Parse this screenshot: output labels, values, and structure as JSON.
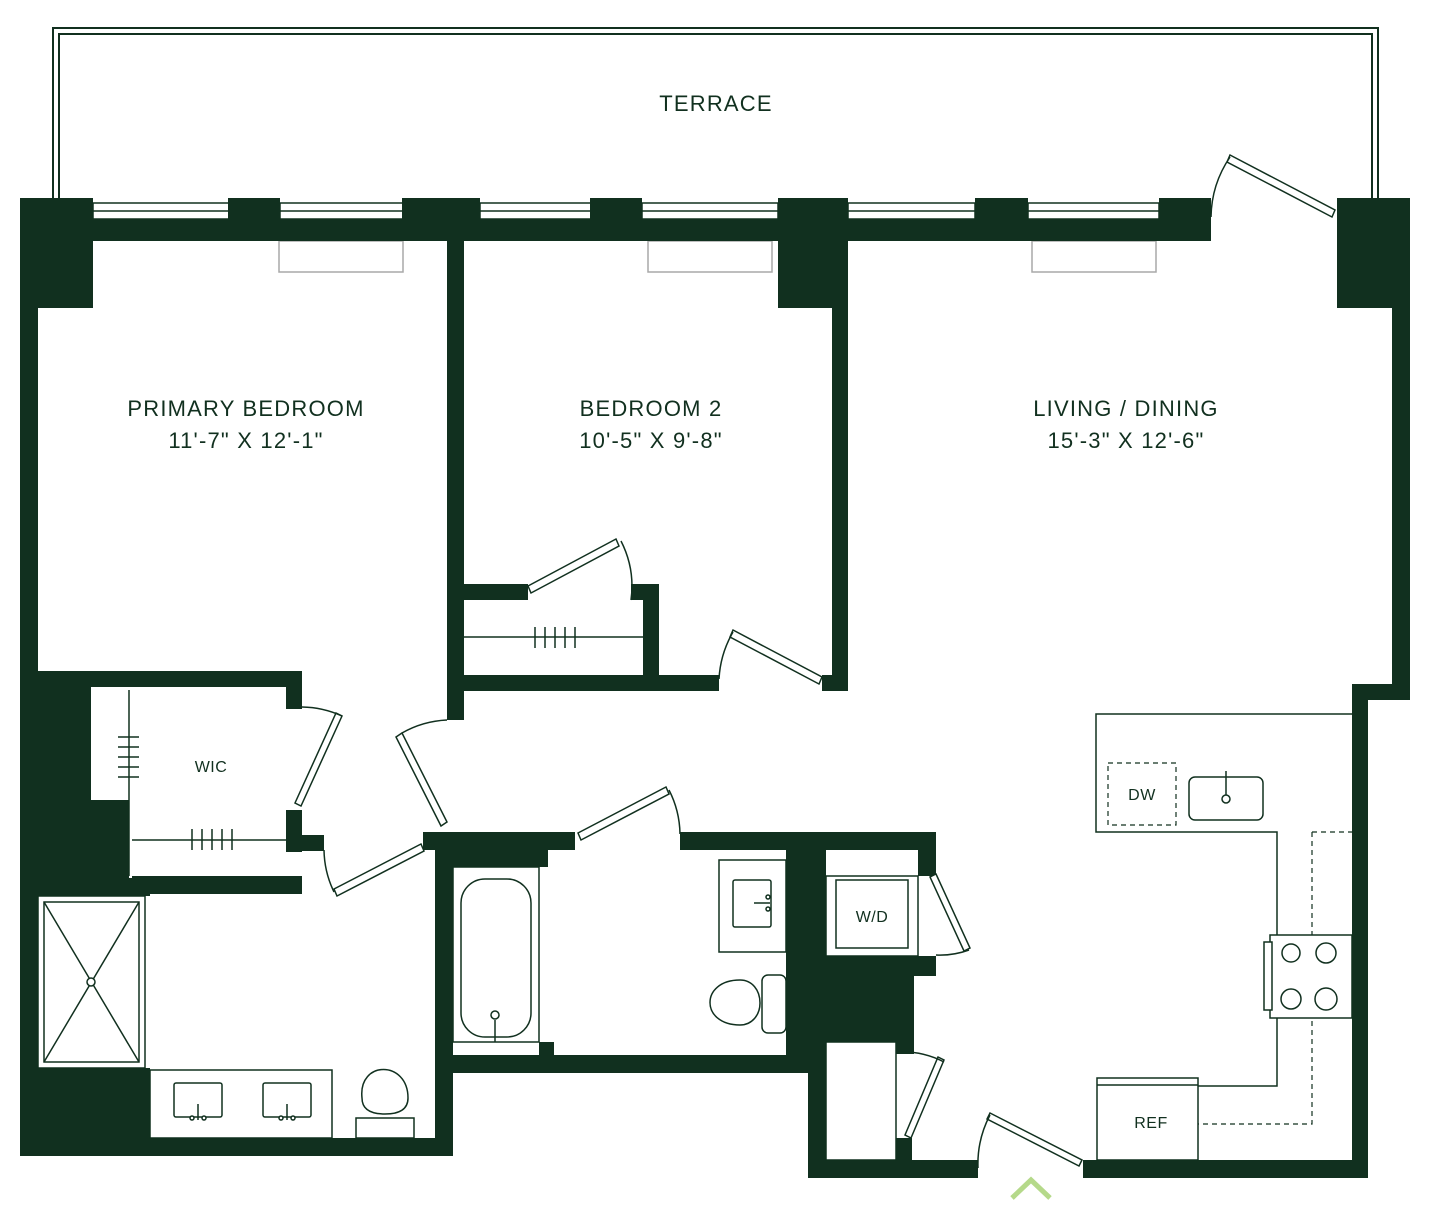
{
  "floorplan": {
    "terrace": {
      "label": "TERRACE"
    },
    "rooms": {
      "primary_bedroom": {
        "name": "PRIMARY BEDROOM",
        "dimensions": "11'-7\" X 12'-1\""
      },
      "bedroom_2": {
        "name": "BEDROOM 2",
        "dimensions": "10'-5\" X 9'-8\""
      },
      "living_dining": {
        "name": "LIVING / DINING",
        "dimensions": "15'-3\" X 12'-6\""
      }
    },
    "labels": {
      "walk_in_closet": "WIC",
      "dishwasher": "DW",
      "washer_dryer": "W/D",
      "refrigerator": "REF"
    },
    "colors": {
      "wall": "#11301f",
      "entry_marker": "#b5d98a"
    }
  }
}
